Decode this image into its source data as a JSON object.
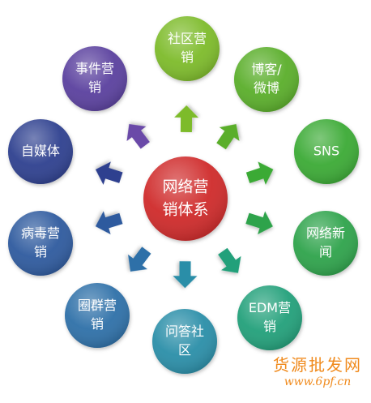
{
  "center": {
    "lines": [
      "网络营",
      "销体系"
    ],
    "color": "#cf2a2c"
  },
  "nodes": [
    {
      "id": "community",
      "lines": [
        "社区营",
        "销"
      ],
      "color": "#7dbb2c",
      "arrow": "#7dbb2c"
    },
    {
      "id": "blog",
      "lines": [
        "博客/",
        "微博"
      ],
      "color": "#5aae2a",
      "arrow": "#5aae2a"
    },
    {
      "id": "sns",
      "lines": [
        "SNS"
      ],
      "color": "#3aaa35",
      "arrow": "#3aaa35"
    },
    {
      "id": "news",
      "lines": [
        "网络新",
        "闻"
      ],
      "color": "#2ea34b",
      "arrow": "#2ea34b"
    },
    {
      "id": "edm",
      "lines": [
        "EDM营",
        "销"
      ],
      "color": "#22a07a",
      "arrow": "#22a07a"
    },
    {
      "id": "qa",
      "lines": [
        "问答社",
        "区"
      ],
      "color": "#2a8ea8",
      "arrow": "#2a8ea8"
    },
    {
      "id": "circle",
      "lines": [
        "圈群营",
        "销"
      ],
      "color": "#2f6fa8",
      "arrow": "#2f6fa8"
    },
    {
      "id": "virus",
      "lines": [
        "病毒营",
        "销"
      ],
      "color": "#2f5a9e",
      "arrow": "#2f5a9e"
    },
    {
      "id": "media",
      "lines": [
        "自媒体"
      ],
      "color": "#2d3f8f",
      "arrow": "#2d3f8f"
    },
    {
      "id": "event",
      "lines": [
        "事件营",
        "销"
      ],
      "color": "#5a3f9e",
      "arrow": "#6a4aa8"
    }
  ],
  "watermark": {
    "title": "货源批发网",
    "url": "www.6pf.cn"
  }
}
